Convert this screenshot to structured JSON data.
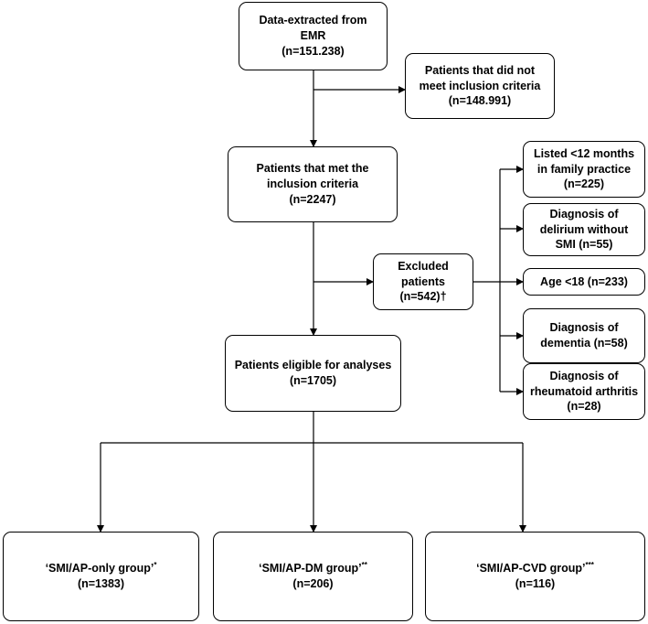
{
  "nodes": {
    "extracted": {
      "lines": [
        "Data-extracted from EMR",
        "(n=151.238)"
      ]
    },
    "not_met": {
      "lines": [
        "Patients that did not",
        "meet inclusion criteria",
        "(n=148.991)"
      ]
    },
    "met": {
      "lines": [
        "Patients that met the",
        "inclusion criteria",
        "(n=2247)"
      ]
    },
    "excluded": {
      "lines": [
        "Excluded",
        "patients",
        "(n=542)†"
      ]
    },
    "listed": {
      "lines": [
        "Listed <12 months",
        "in family practice",
        "(n=225)"
      ]
    },
    "delirium": {
      "lines": [
        "Diagnosis of",
        "delirium without",
        "SMI (n=55)"
      ]
    },
    "age": {
      "lines": [
        "Age <18 (n=233)"
      ]
    },
    "dementia": {
      "lines": [
        "Diagnosis of",
        "dementia (n=58)"
      ]
    },
    "ra": {
      "lines": [
        "Diagnosis of",
        "rheumatoid arthritis",
        "(n=28)"
      ]
    },
    "eligible": {
      "lines": [
        "Patients eligible for analyses",
        "(n=1705)"
      ]
    },
    "only": {
      "label": "‘SMI/AP-only group’",
      "mark": "*",
      "count": "(n=1383)"
    },
    "dm": {
      "label": "‘SMI/AP-DM group’",
      "mark": "**",
      "count": "(n=206)"
    },
    "cvd": {
      "label": "‘SMI/AP-CVD group’",
      "mark": "***",
      "count": "(n=116)"
    }
  }
}
